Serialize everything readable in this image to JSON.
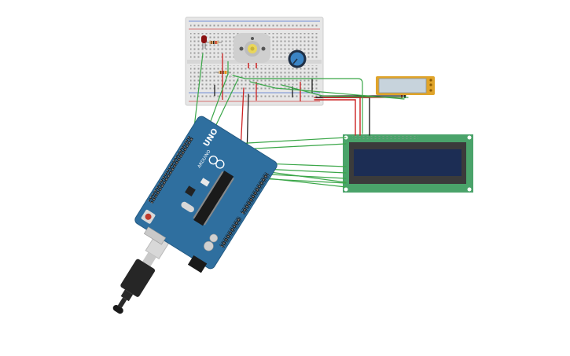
{
  "arduino": {
    "brand_label": "UNO",
    "logo_text": "ARDUINO"
  },
  "colors": {
    "background": "#ffffff",
    "breadboard": "#e4e4e4",
    "breadboard_rail_red": "#d24a4a",
    "breadboard_rail_blue": "#4a6fd2",
    "arduino_board": "#2f6f9f",
    "lcd_pcb": "#4aa36a",
    "lcd_screen": "#1c2d54",
    "i2c_pcb": "#e0a42a",
    "i2c_screen": "#c7d3dc",
    "wire_green": "#3aa648",
    "wire_red": "#cc2222",
    "wire_black": "#222222",
    "motor_body": "#cfcfcf",
    "motor_shaft": "#e9d65a",
    "potentiometer": "#2a5f94",
    "led": "#8a1010",
    "usb_cable": "#222222"
  },
  "components": [
    {
      "name": "breadboard"
    },
    {
      "name": "arduino-uno"
    },
    {
      "name": "lcd-16x2"
    },
    {
      "name": "i2c-lcd-small"
    },
    {
      "name": "dc-motor"
    },
    {
      "name": "potentiometer"
    },
    {
      "name": "led"
    },
    {
      "name": "resistor"
    },
    {
      "name": "usb-cable"
    }
  ]
}
